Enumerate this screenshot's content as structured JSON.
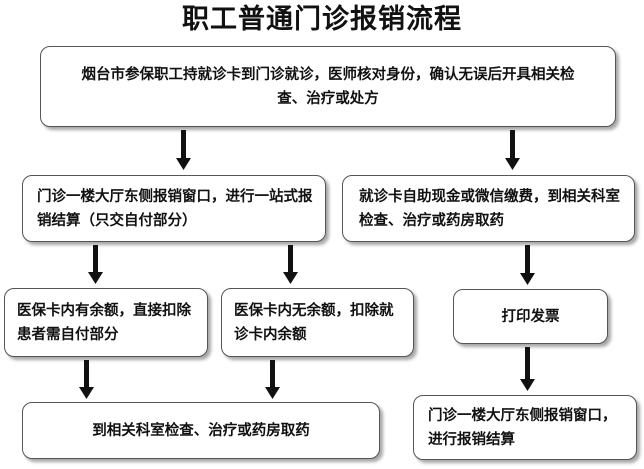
{
  "title": "职工普通门诊报销流程",
  "steps": {
    "top": "烟台市参保职工持就诊卡到门诊就诊，医师核对身份，确认无误后开具相关检查、治疗或处方",
    "left_settle": "门诊一楼大厅东侧报销窗口，进行一站式报销结算（只交自付部分）",
    "right_pay": "就诊卡自助现金或微信缴费，到相关科室检查、治疗或药房取药",
    "balance_yes": "医保卡内有余额，直接扣除患者需自付部分",
    "balance_no": "医保卡内无余额，扣除就诊卡内余额",
    "print_invoice": "打印发票",
    "left_final": "到相关科室检查、治疗或药房取药",
    "right_final": "门诊一楼大厅东侧报销窗口，进行报销结算"
  }
}
